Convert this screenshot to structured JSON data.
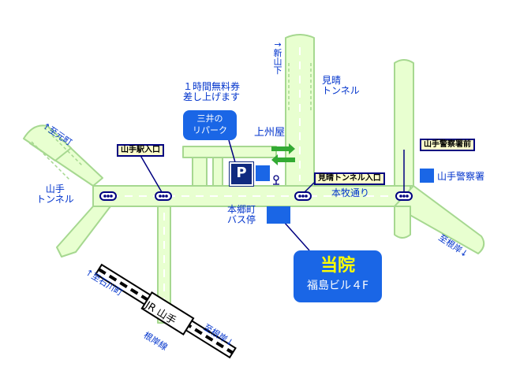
{
  "notices": {
    "free_ticket_line1": "１時間無料券",
    "free_ticket_line2": "差し上げます"
  },
  "parking": {
    "name_line1": "三井の",
    "name_line2": "リパーク",
    "sign": "P"
  },
  "landmarks": {
    "jyoshuya": "上州屋",
    "mihare_tunnel_line1": "見晴",
    "mihare_tunnel_line2": "トンネル",
    "yamate_tunnel_line1": "山手",
    "yamate_tunnel_line2": "トンネル",
    "yamate_police": "山手警察署",
    "motomachi_busstop_line1": "本郷町",
    "motomachi_busstop_line2": "バス停",
    "honmoku_street": "本牧通り",
    "jr_line_label": "JR 山手",
    "negishi_line": "根岸線"
  },
  "bus_stops": {
    "yamate_station": "山手駅入口",
    "mihare_tunnel_entrance": "見晴トンネル入口",
    "police_front": "山手警察署前"
  },
  "directions": {
    "to_shinyamashita": "↑新山下",
    "to_motomachi": "↑至元町",
    "to_negishi": "至根岸↓",
    "to_ishikawacho": "↑至石川町",
    "to_negishi_rail": "至根岸↓"
  },
  "clinic": {
    "name": "当院",
    "building": "福島ビル４F"
  },
  "colors": {
    "road_fill": "#e8ffd0",
    "road_edge": "#a6d890",
    "accent_blue": "#1a66e6",
    "label_blue": "#0033cc",
    "arrow_green": "#33aa33"
  }
}
